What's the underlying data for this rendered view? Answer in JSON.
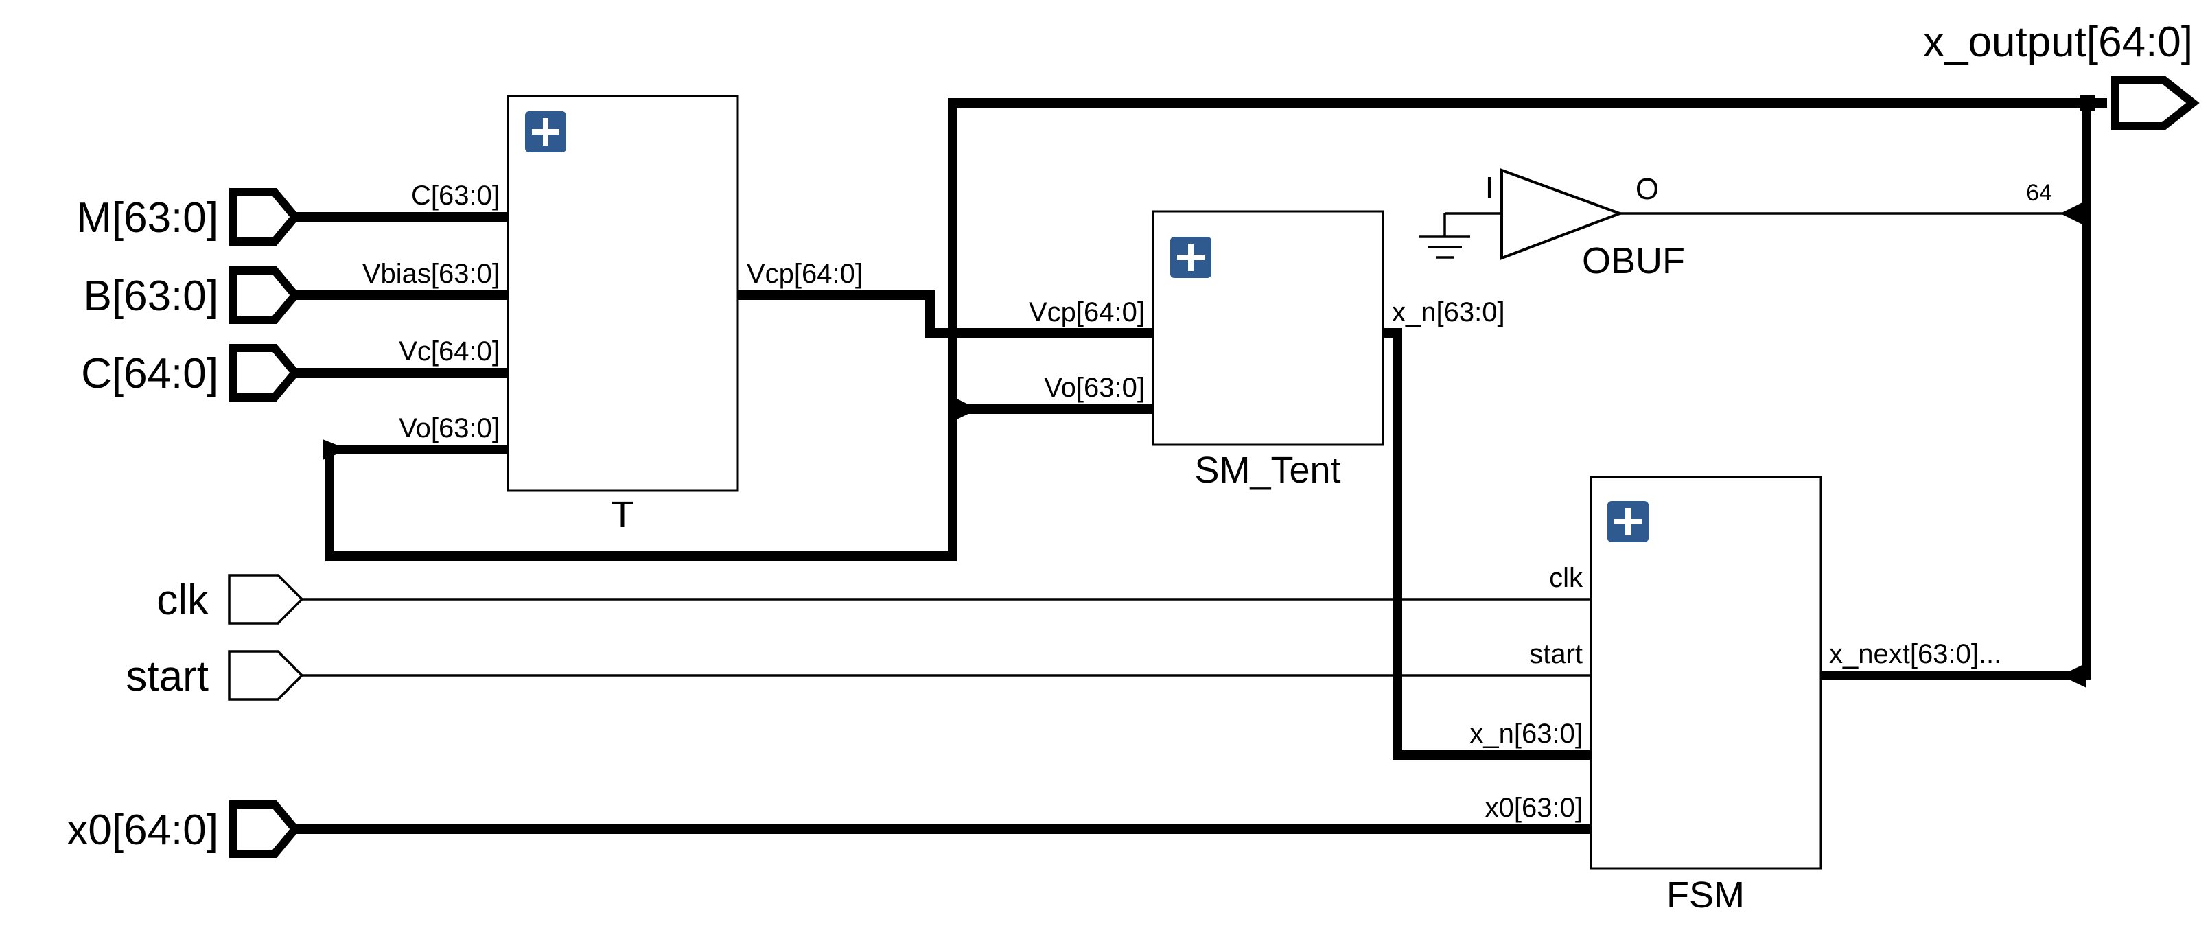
{
  "inputs": {
    "M": "M[63:0]",
    "B": "B[63:0]",
    "C": "C[64:0]",
    "clk": "clk",
    "start": "start",
    "x0": "x0[64:0]"
  },
  "output": "x_output[64:0]",
  "blocks": {
    "T": {
      "name": "T",
      "pins": {
        "C": "C[63:0]",
        "Vbias": "Vbias[63:0]",
        "Vc": "Vc[64:0]",
        "Vo": "Vo[63:0]",
        "Vcp": "Vcp[64:0]"
      }
    },
    "SM_Tent": {
      "name": "SM_Tent",
      "pins": {
        "Vcp": "Vcp[64:0]",
        "Vo": "Vo[63:0]",
        "xn": "x_n[63:0]"
      }
    },
    "FSM": {
      "name": "FSM",
      "pins": {
        "clk": "clk",
        "start": "start",
        "xn": "x_n[63:0]",
        "x0": "x0[63:0]",
        "xnext": "x_next[63:0]..."
      }
    },
    "OBUF": {
      "name": "OBUF",
      "pins": {
        "I": "I",
        "O": "O"
      }
    }
  },
  "bus_width_label": "64",
  "icons": {
    "expand": "plus-icon",
    "ground": "ground-icon",
    "buffer": "buffer-triangle-icon"
  }
}
